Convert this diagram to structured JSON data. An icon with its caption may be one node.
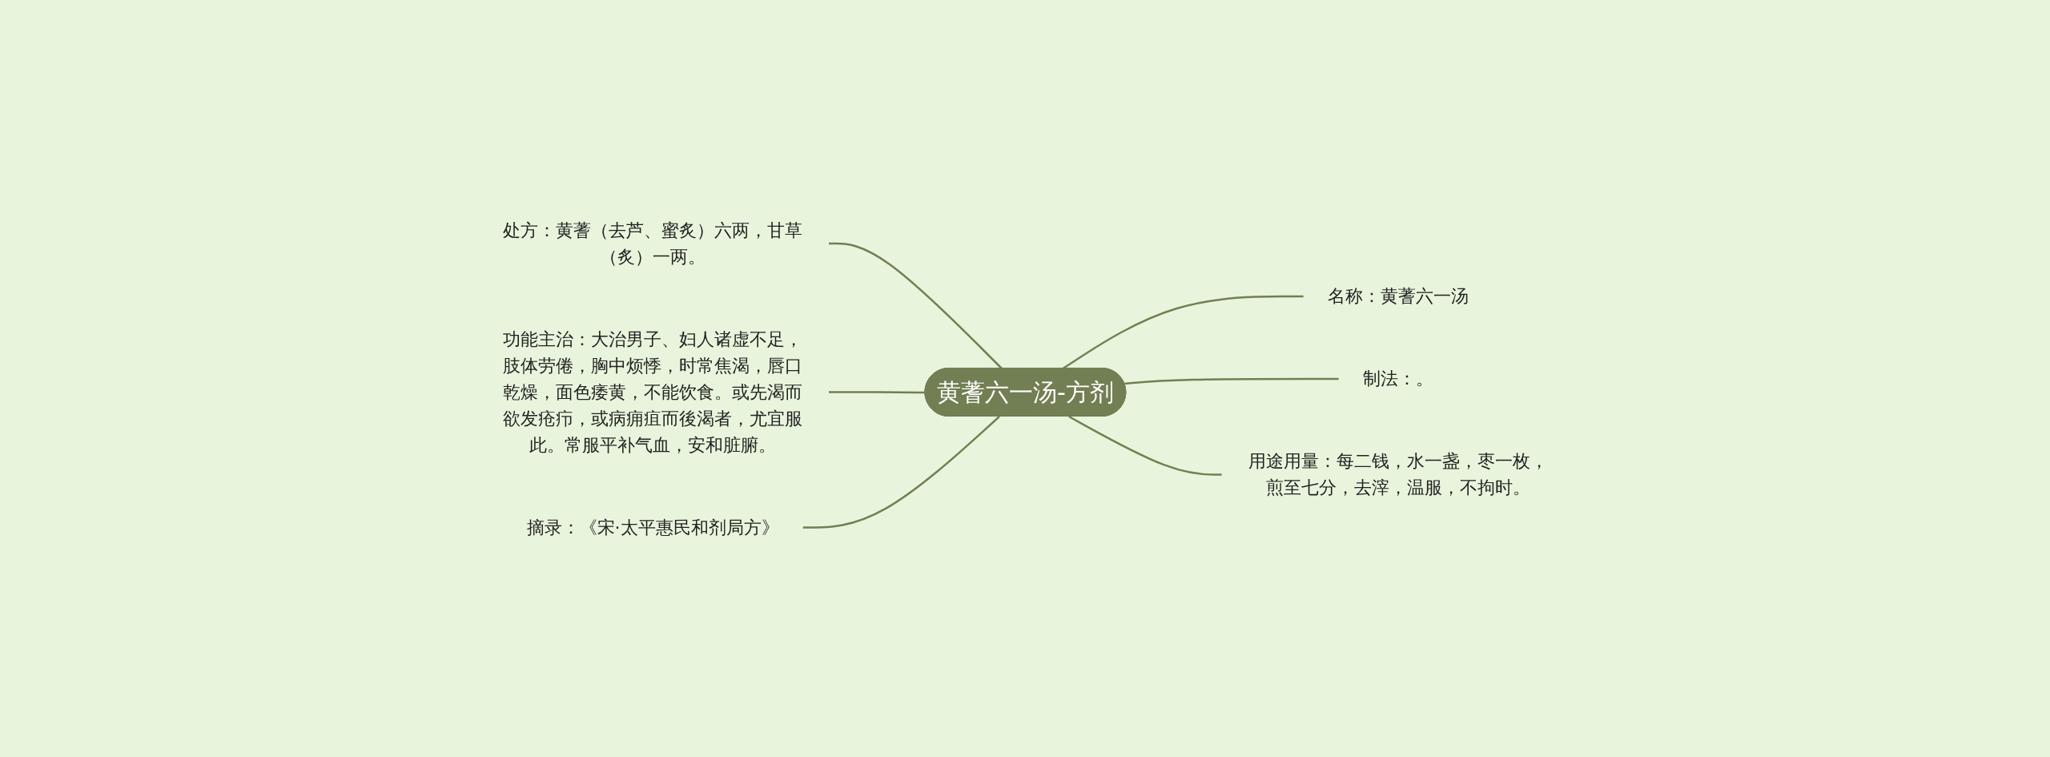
{
  "diagram": {
    "nodes": [
      {
        "text": [
          "黄蓍六一汤-方剂"
        ]
      },
      {
        "text": [
          "处方：黄蓍（去芦、蜜炙）六两，甘草（炙）一两。"
        ]
      },
      {
        "text": [
          "功能主治：大治男子、妇人诸虚不足，肢体劳倦，胸中烦悸，时常焦渴，唇口乾燥，面色痿黄，不能饮食。或先渴而欲发疮疖，或病痈疽而後渴者，尤宜服此。常服平补气血，安和脏腑。"
        ]
      },
      {
        "text": [
          "摘录：《宋·太平惠民和剂局方》"
        ]
      },
      {
        "text": [
          "名称：黄蓍六一汤"
        ]
      },
      {
        "text": [
          "制法：。"
        ]
      },
      {
        "text": [
          "用途用量：每二钱，水一盏，枣一枚，煎至七分，去滓，温服，不拘时。"
        ]
      }
    ],
    "edges": [
      {
        "from": 0,
        "to": 1,
        "arrow": "none"
      },
      {
        "from": 0,
        "to": 2,
        "arrow": "none"
      },
      {
        "from": 0,
        "to": 3,
        "arrow": "none"
      },
      {
        "from": 0,
        "to": 4,
        "arrow": "none"
      },
      {
        "from": 0,
        "to": 5,
        "arrow": "none"
      },
      {
        "from": 0,
        "to": 6,
        "arrow": "none"
      }
    ]
  }
}
